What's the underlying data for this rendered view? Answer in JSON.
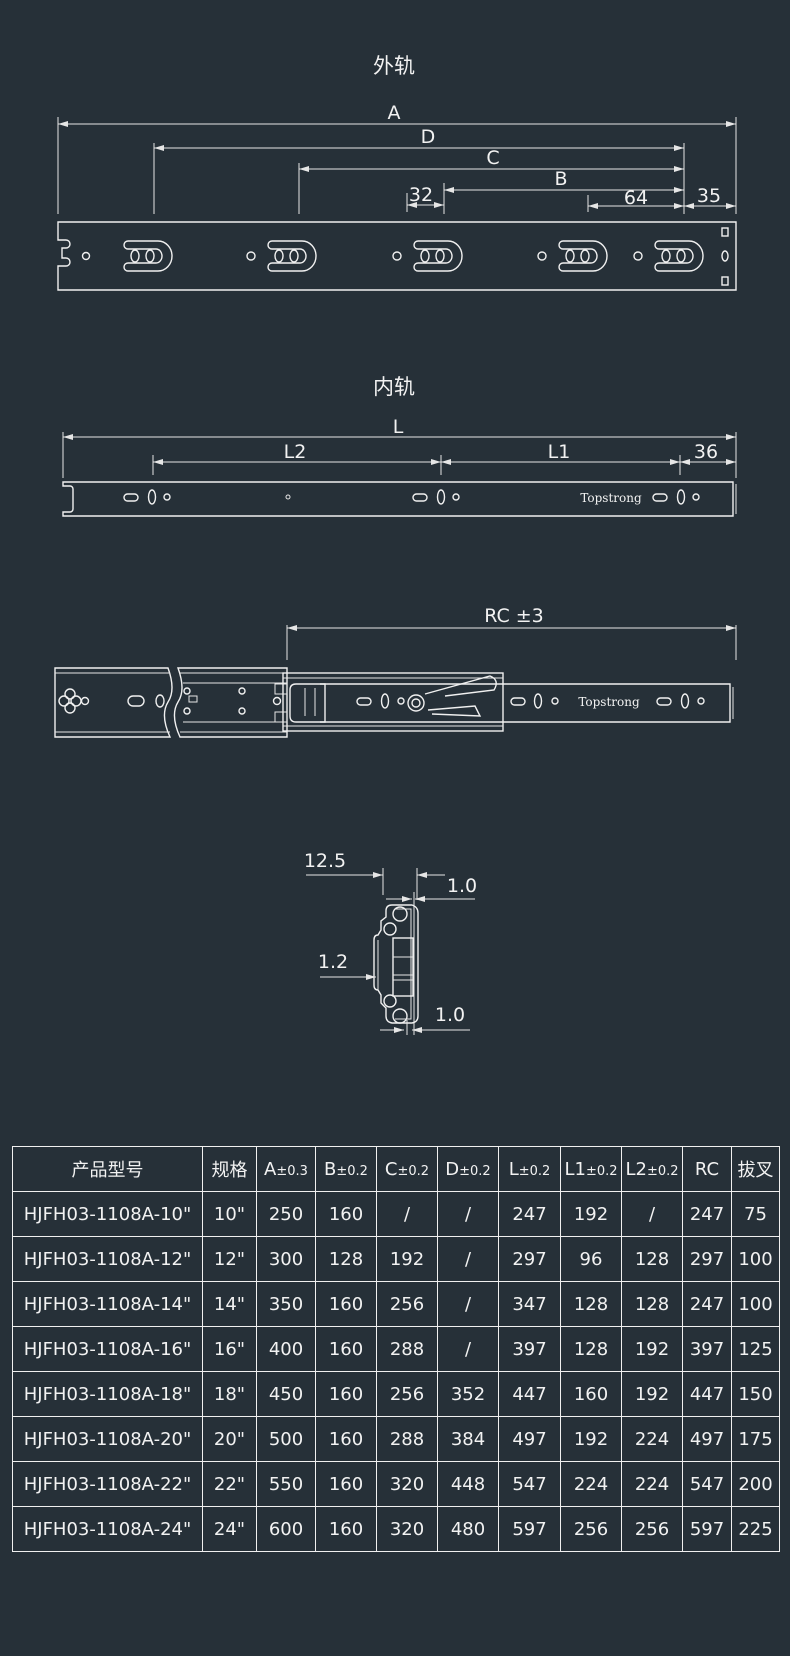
{
  "outer_rail": {
    "title": "外轨",
    "dims": {
      "A": "A",
      "D": "D",
      "C": "C",
      "B": "B",
      "d32": "32",
      "d64": "64",
      "d35": "35"
    }
  },
  "inner_rail": {
    "title": "内轨",
    "dims": {
      "L": "L",
      "L2": "L2",
      "L1": "L1",
      "d36": "36"
    },
    "brand": "Topstrong"
  },
  "assembly": {
    "dim_rc": "RC ±3",
    "brand": "Topstrong"
  },
  "cross_section": {
    "dim_width": "12.5",
    "dim_top": "1.0",
    "dim_mid": "1.2",
    "dim_bottom": "1.0"
  },
  "table": {
    "headers": [
      {
        "main": "产品型号",
        "tol": ""
      },
      {
        "main": "规格",
        "tol": ""
      },
      {
        "main": "A",
        "tol": "±0.3"
      },
      {
        "main": "B",
        "tol": "±0.2"
      },
      {
        "main": "C",
        "tol": "±0.2"
      },
      {
        "main": "D",
        "tol": "±0.2"
      },
      {
        "main": "L",
        "tol": "±0.2"
      },
      {
        "main": "L1",
        "tol": "±0.2"
      },
      {
        "main": "L2",
        "tol": "±0.2"
      },
      {
        "main": "RC",
        "tol": ""
      },
      {
        "main": "拔叉",
        "tol": ""
      }
    ],
    "rows": [
      [
        "HJFH03-1108A-10\"",
        "10\"",
        "250",
        "160",
        "/",
        "/",
        "247",
        "192",
        "/",
        "247",
        "75"
      ],
      [
        "HJFH03-1108A-12\"",
        "12\"",
        "300",
        "128",
        "192",
        "/",
        "297",
        "96",
        "128",
        "297",
        "100"
      ],
      [
        "HJFH03-1108A-14\"",
        "14\"",
        "350",
        "160",
        "256",
        "/",
        "347",
        "128",
        "128",
        "247",
        "100"
      ],
      [
        "HJFH03-1108A-16\"",
        "16\"",
        "400",
        "160",
        "288",
        "/",
        "397",
        "128",
        "192",
        "397",
        "125"
      ],
      [
        "HJFH03-1108A-18\"",
        "18\"",
        "450",
        "160",
        "256",
        "352",
        "447",
        "160",
        "192",
        "447",
        "150"
      ],
      [
        "HJFH03-1108A-20\"",
        "20\"",
        "500",
        "160",
        "288",
        "384",
        "497",
        "192",
        "224",
        "497",
        "175"
      ],
      [
        "HJFH03-1108A-22\"",
        "22\"",
        "550",
        "160",
        "320",
        "448",
        "547",
        "224",
        "224",
        "547",
        "200"
      ],
      [
        "HJFH03-1108A-24\"",
        "24\"",
        "600",
        "160",
        "320",
        "480",
        "597",
        "256",
        "256",
        "597",
        "225"
      ]
    ]
  }
}
